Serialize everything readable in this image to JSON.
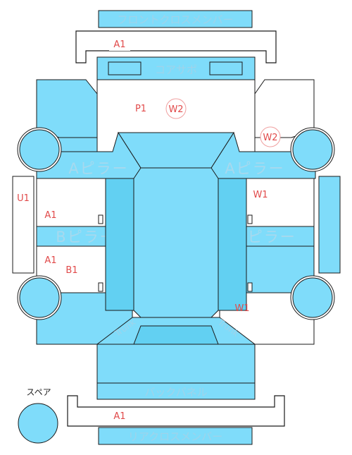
{
  "panels": {
    "front_cross_member": "フロントクロスメンバー",
    "core_support": "コアサポ",
    "a_pillar": "Aピラー",
    "b_pillar": "Bピラー",
    "back_panel": "バックパネル",
    "rear_cross_member": "リアクロスメンバー",
    "trunk": "Trunk",
    "spare": "スペア"
  },
  "damage_codes": {
    "front_member": "A1",
    "core_left_p": "P1",
    "core_left_w": "W2",
    "right_fender_w": "W2",
    "left_side_u": "U1",
    "left_front_door": "A1",
    "right_front_door": "W1",
    "left_rear_door_a": "A1",
    "left_rear_door_b": "B1",
    "right_rear_quarter": "W1",
    "rear_member": "A1"
  },
  "colors": {
    "panel_fill": "#7fdcfa",
    "panel_fill_dark": "#62d0f2",
    "outline": "#1a1a1a",
    "code_red": "#e14a4a",
    "label_faint": "#a7d9ee"
  }
}
